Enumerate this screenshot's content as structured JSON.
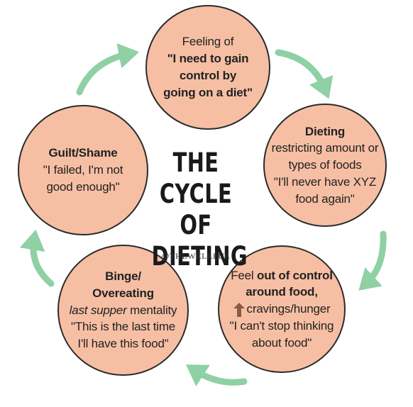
{
  "title": {
    "line1": "THE",
    "line2": "CYCLE OF",
    "line3": "DIETING"
  },
  "handle": "@THEWELLFUL",
  "colors": {
    "circle_fill": "#f6bfa4",
    "circle_stroke": "#2b2b2b",
    "arrow": "#8fd0a4",
    "text": "#222222"
  },
  "stages": {
    "top": {
      "line1": "Feeling of",
      "line2": "\"I need to gain",
      "line3": "control by",
      "line4": "going on a diet\""
    },
    "right": {
      "heading": "Dieting",
      "line1": "restricting amount or",
      "line2": "types of foods",
      "line3": "\"I'll never have XYZ",
      "line4": "food again\""
    },
    "bottom_right": {
      "pre": "Feel ",
      "bold1": "out of control",
      "bold2": "around food,",
      "icon": "up-arrow-icon",
      "line3": "cravings/hunger",
      "line4": "\"I can't stop thinking",
      "line5": "about food\""
    },
    "bottom_left": {
      "heading1": "Binge/",
      "heading2": "Overeating",
      "italic": "last supper",
      "rest": " mentality",
      "line4": "\"This is the last time",
      "line5": "I'll have this food\""
    },
    "left": {
      "heading": "Guilt/Shame",
      "line1": "\"I failed, I'm not",
      "line2": "good enough\""
    }
  }
}
